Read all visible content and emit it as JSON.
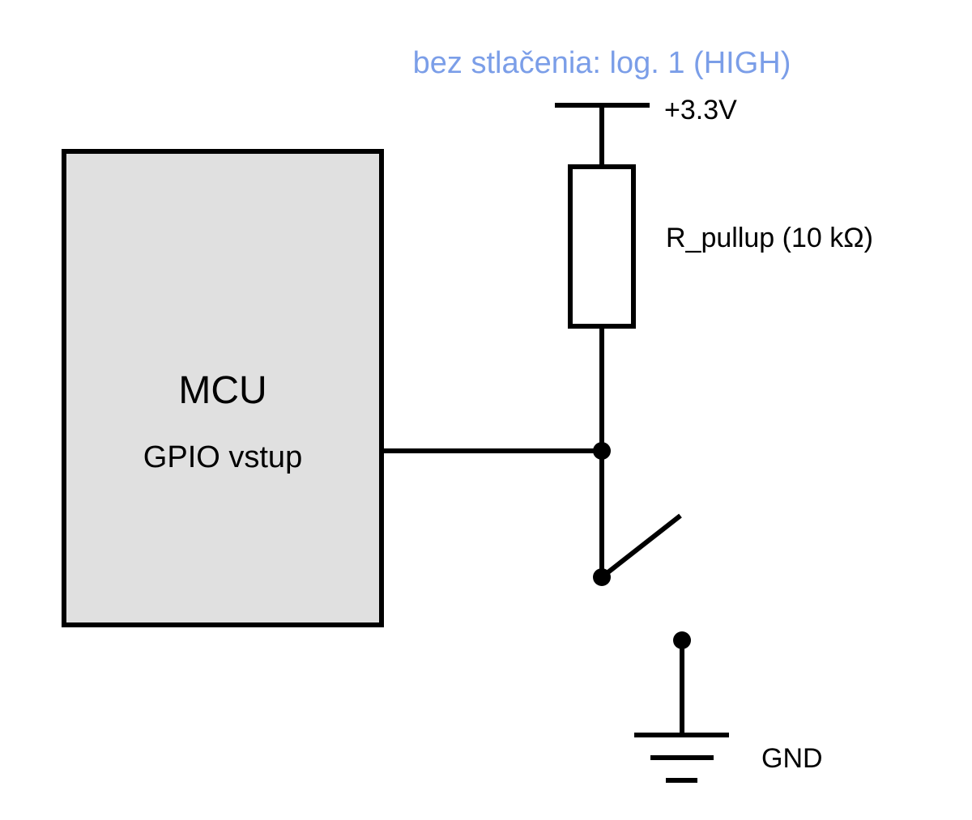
{
  "state_note": "bez stlačenia: log. 1 (HIGH)",
  "supply_label": "+3.3V",
  "resistor_label": "R_pullup (10 kΩ)",
  "mcu": {
    "title": "MCU",
    "subtitle": "GPIO vstup"
  },
  "ground_label": "GND",
  "colors": {
    "note": "#7b9ee8",
    "mcu_fill": "#e0e0e0",
    "line": "#000000"
  }
}
